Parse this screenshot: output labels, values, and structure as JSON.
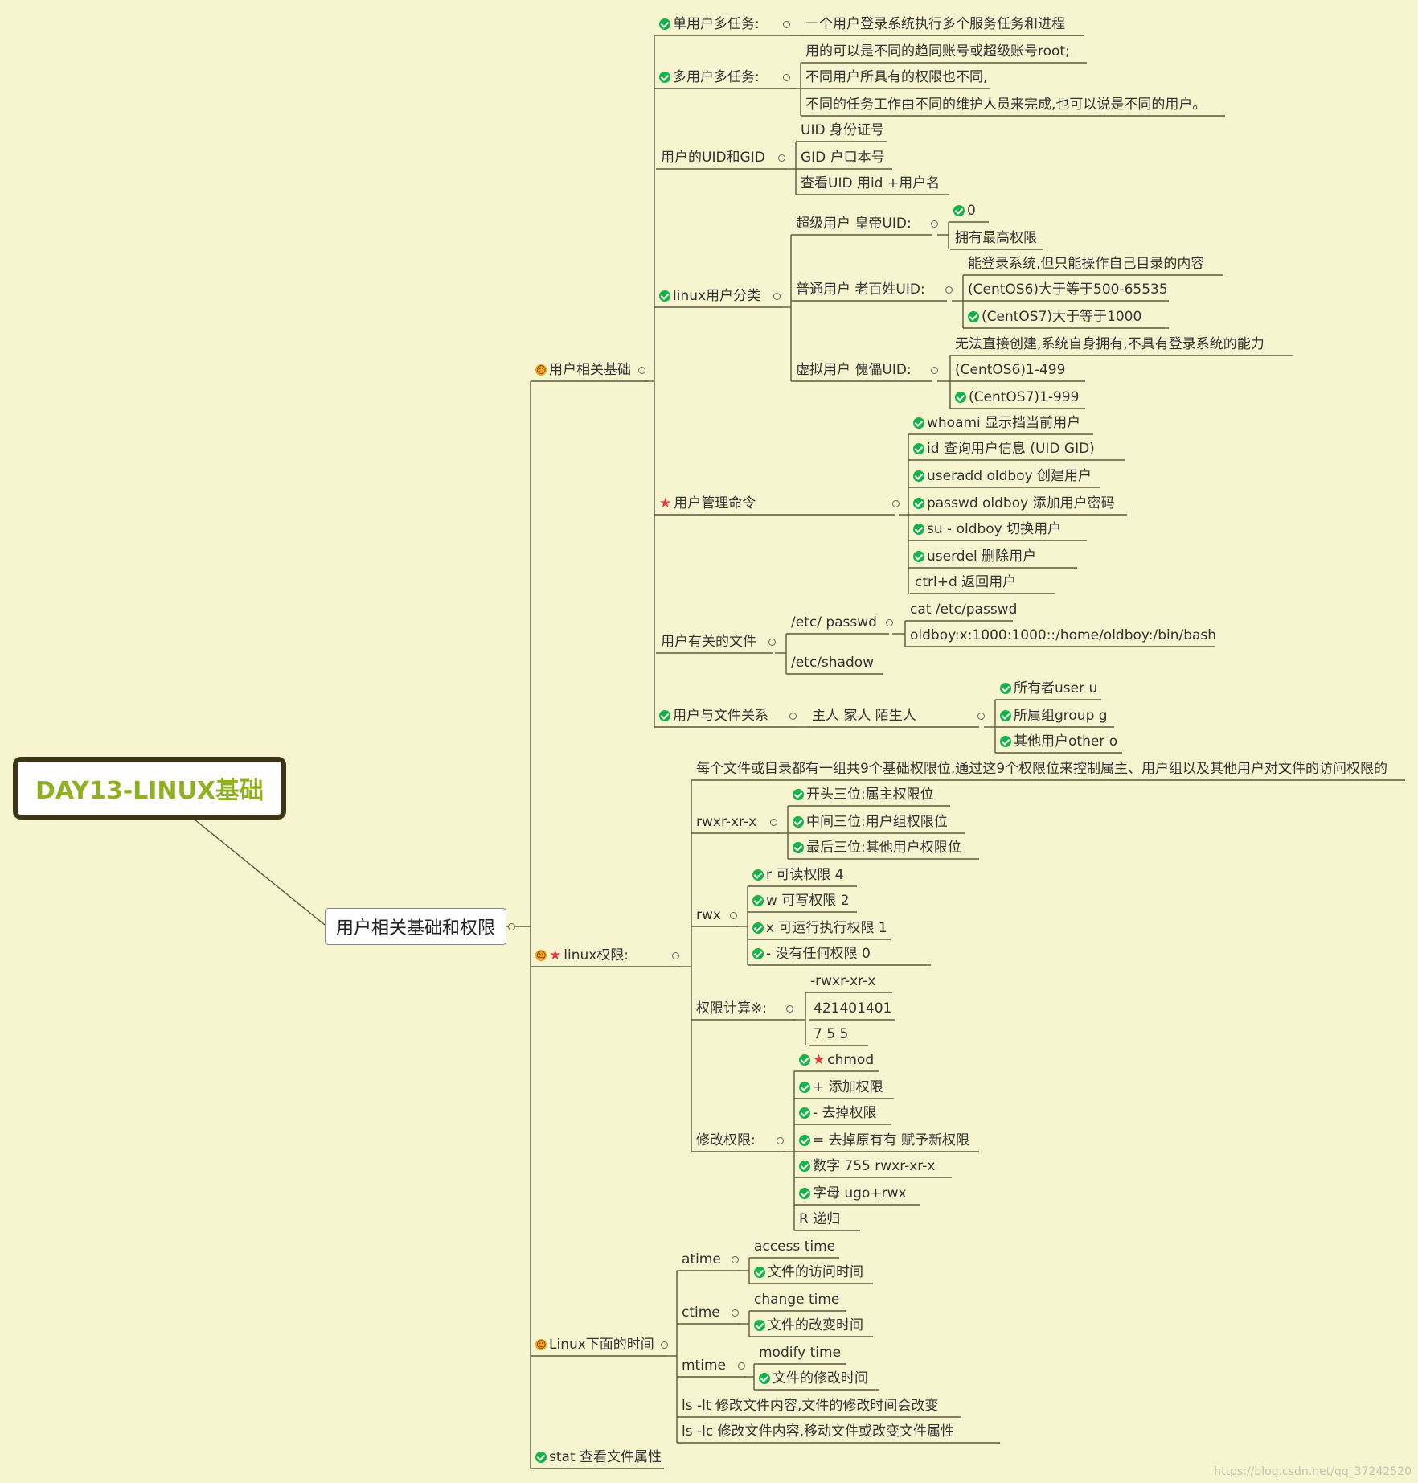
{
  "root_title": "DAY13-LINUX基础",
  "main_topic": "用户相关基础和权限",
  "watermark": "https://blog.csdn.net/qq_37242520",
  "colors": {
    "background": "#f6f5cf",
    "root_text": "#8fb020",
    "check": "#17b34a",
    "star": "#e63838",
    "line": "#5a5a3c"
  },
  "nodes": {
    "b1": "用户相关基础",
    "b1a": "单用户多任务:",
    "b1a1": "一个用户登录系统执行多个服务任务和进程",
    "b1b": "多用户多任务:",
    "b1b1": "用的可以是不同的趋同账号或超级账号root;",
    "b1b2": "不同用户所具有的权限也不同,",
    "b1b3": "不同的任务工作由不同的维护人员来完成,也可以说是不同的用户。",
    "b1c": "用户的UID和GID",
    "b1c1": "UID 身份证号",
    "b1c2": "GID  户口本号",
    "b1c3": "查看UID 用id +用户名",
    "b1d": "linux用户分类",
    "b1d1": "超级用户 皇帝UID:",
    "b1d1a": "0",
    "b1d1b": "拥有最高权限",
    "b1d2": "普通用户 老百姓UID:",
    "b1d2a": "能登录系统,但只能操作自己目录的内容",
    "b1d2b": "(CentOS6)大于等于500-65535",
    "b1d2c": "(CentOS7)大于等于1000",
    "b1d3": "虚拟用户 傀儡UID:",
    "b1d3a": "无法直接创建,系统自身拥有,不具有登录系统的能力",
    "b1d3b": "(CentOS6)1-499",
    "b1d3c": "(CentOS7)1-999",
    "b1e": "用户管理命令",
    "b1e1": "whoami  显示挡当前用户",
    "b1e2": "id      查询用户信息 (UID GID)",
    "b1e3": "useradd oldboy 创建用户",
    "b1e4": "passwd oldboy  添加用户密码",
    "b1e5": "su - oldboy    切换用户",
    "b1e6": "userdel        删除用户",
    "b1e7": "ctrl+d         返回用户",
    "b1f": "用户有关的文件",
    "b1f1": "/etc/ passwd",
    "b1f1a": "cat /etc/passwd",
    "b1f1b": "oldboy:x:1000:1000::/home/oldboy:/bin/bash",
    "b1f2": "/etc/shadow",
    "b1g": "用户与文件关系",
    "b1g1": "主人 家人 陌生人",
    "b1g1a": "所有者user u",
    "b1g1b": "所属组group g",
    "b1g1c": "其他用户other o",
    "b2": "linux权限:",
    "b2a": "每个文件或目录都有一组共9个基础权限位,通过这9个权限位来控制属主、用户组以及其他用户对文件的访问权限的",
    "b2b": "rwxr-xr-x",
    "b2b1": "开头三位:属主权限位",
    "b2b2": "中间三位:用户组权限位",
    "b2b3": "最后三位:其他用户权限位",
    "b2c": "rwx",
    "b2c1": "r 可读权限 4",
    "b2c2": "w 可写权限 2",
    "b2c3": "x 可运行执行权限 1",
    "b2c4": "- 没有任何权限 0",
    "b2d": "权限计算※:",
    "b2d1": "-rwxr-xr-x",
    "b2d2": "421401401",
    "b2d3": "7  5  5",
    "b2e": "修改权限:",
    "b2e1": "chmod",
    "b2e2": "+ 添加权限",
    "b2e3": "-  去掉权限",
    "b2e4": "= 去掉原有有 赋予新权限",
    "b2e5": "数字 755  rwxr-xr-x",
    "b2e6": "字母 ugo+rwx",
    "b2e7": "R    递归",
    "b3": "Linux下面的时间",
    "b3a": "atime",
    "b3a1": "access time",
    "b3a2": "文件的访问时间",
    "b3b": "ctime",
    "b3b1": "change time",
    "b3b2": "文件的改变时间",
    "b3c": "mtime",
    "b3c1": "modify time",
    "b3c2": "文件的修改时间",
    "b3d": "ls -lt 修改文件内容,文件的修改时间会改变",
    "b3e": "ls -lc 修改文件内容,移动文件或改变文件属性",
    "b4": "stat 查看文件属性"
  }
}
